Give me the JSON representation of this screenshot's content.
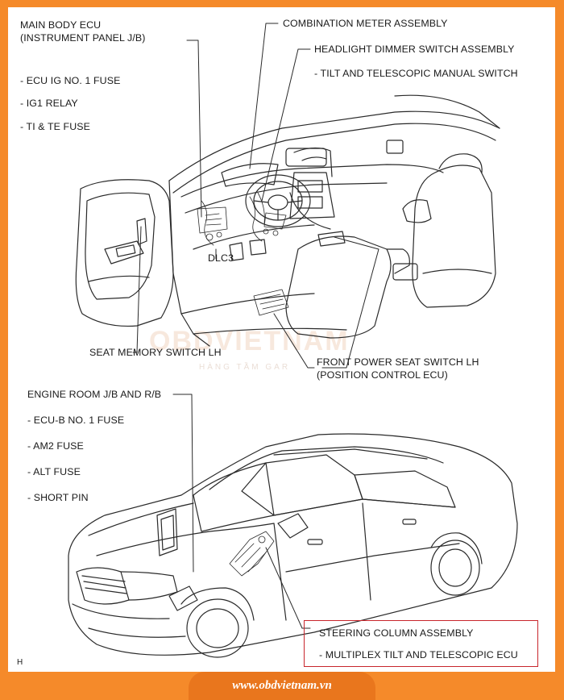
{
  "watermark": {
    "brand": "OBDVIETNAM",
    "tagline": "HÀNG TẦM GAR"
  },
  "top_labels": {
    "main_body_ecu": "MAIN BODY ECU",
    "main_body_ecu_sub": "(INSTRUMENT PANEL J/B)",
    "ecu_ig_fuse": "- ECU IG NO. 1 FUSE",
    "ig1_relay": "- IG1 RELAY",
    "ti_te_fuse": "- TI & TE FUSE",
    "combination_meter": "COMBINATION METER ASSEMBLY",
    "headlight_dimmer": "HEADLIGHT DIMMER SWITCH ASSEMBLY",
    "tilt_tele_switch": "- TILT AND TELESCOPIC MANUAL SWITCH",
    "dlc3": "DLC3",
    "seat_memory": "SEAT MEMORY SWITCH LH",
    "front_power_seat": "FRONT POWER SEAT SWITCH LH",
    "front_power_seat_sub": "(POSITION CONTROL ECU)"
  },
  "bottom_labels": {
    "engine_room": "ENGINE ROOM J/B AND R/B",
    "ecu_b_fuse": "- ECU-B NO. 1 FUSE",
    "am2_fuse": "- AM2 FUSE",
    "alt_fuse": "- ALT FUSE",
    "short_pin": "- SHORT PIN",
    "steering_column": "STEERING COLUMN ASSEMBLY",
    "multiplex_ecu": "- MULTIPLEX TILT AND TELESCOPIC ECU"
  },
  "corner_mark": "H",
  "footer": {
    "site": "www.obdvietnam.vn"
  },
  "colors": {
    "frame": "#f58a2a",
    "footer": "#e9761d",
    "highlight_box": "#c8262c"
  }
}
